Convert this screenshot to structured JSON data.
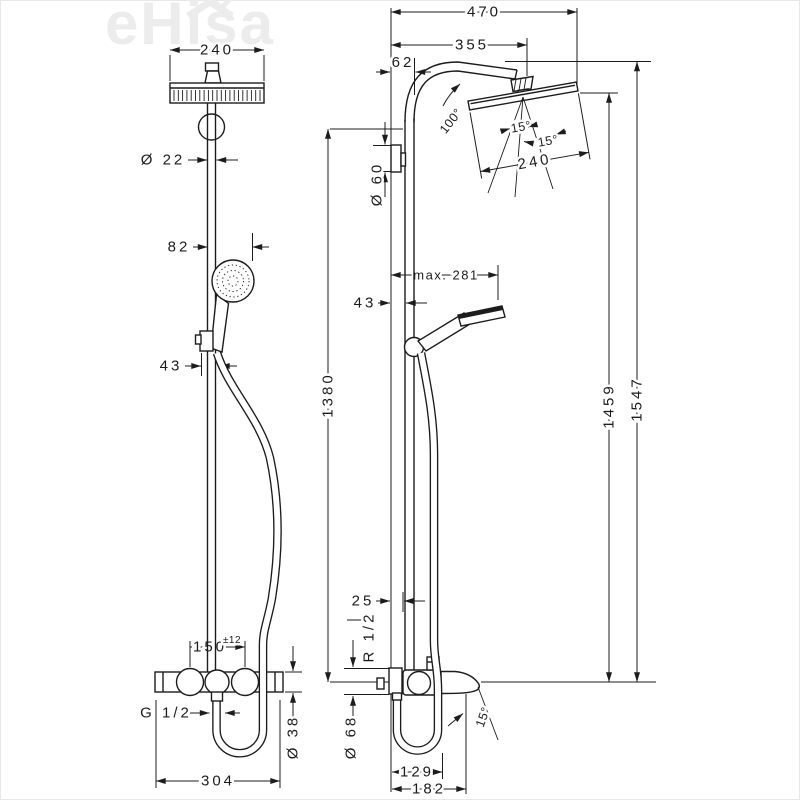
{
  "watermark": {
    "text": "eHiša"
  },
  "colors": {
    "line": "#1c1c1c",
    "watermark": "#ececec",
    "background": "#ffffff"
  },
  "front_view": {
    "head_width": "240",
    "pipe_diameter": "Ø 22",
    "handshower_width": "82",
    "holder_offset": "43",
    "connection_spacing": "150",
    "connection_tolerance": "±12",
    "outlet_thread": "G 1/2",
    "valve_diameter": "Ø 38",
    "valve_width": "304"
  },
  "side_view": {
    "total_reach": "470",
    "head_reach": "355",
    "top_offset": "62",
    "arm_angle": "100°",
    "swivel_left": "15°",
    "swivel_right": "15°",
    "head_size": "240",
    "flange_diameter": "Ø 60",
    "handshower_reach": "max. 281",
    "holder_offset": "43",
    "bar_height": "1380",
    "head_height": "1459",
    "total_height": "1547",
    "wall_gap": "25",
    "supply_thread": "R 1/2",
    "valve_diameter": "Ø 68",
    "spout_angle": "15°",
    "hose_loop_width": "129",
    "spout_reach": "182"
  }
}
